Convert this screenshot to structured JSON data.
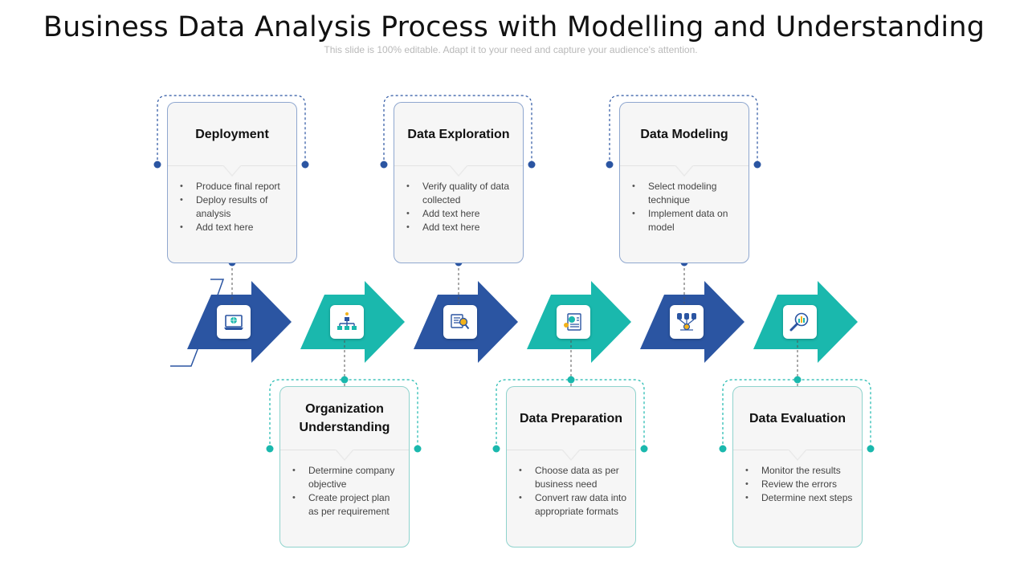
{
  "title": "Business Data Analysis Process with Modelling and Understanding",
  "subtitle": "This slide is 100% editable. Adapt it to your need and capture your audience's attention.",
  "colors": {
    "blue": "#2b55a2",
    "teal": "#1ab8ad",
    "card": "#f6f6f6"
  },
  "steps": [
    {
      "title": "Deployment",
      "position": "top",
      "color": "blue",
      "icon": "laptop-globe-icon",
      "bullets": [
        "Produce final report",
        "Deploy results of analysis",
        "Add text here"
      ]
    },
    {
      "title": "Organization Understanding",
      "position": "bottom",
      "color": "teal",
      "icon": "org-chart-icon",
      "bullets": [
        "Determine company objective",
        "Create project plan as per requirement"
      ]
    },
    {
      "title": "Data Exploration",
      "position": "top",
      "color": "blue",
      "icon": "data-search-icon",
      "bullets": [
        "Verify quality of data collected",
        "Add text here",
        "Add text here"
      ]
    },
    {
      "title": "Data Preparation",
      "position": "bottom",
      "color": "teal",
      "icon": "data-document-icon",
      "bullets": [
        "Choose data as per business need",
        "Convert raw data into appropriate formats"
      ]
    },
    {
      "title": "Data Modeling",
      "position": "top",
      "color": "blue",
      "icon": "database-network-icon",
      "bullets": [
        "Select modeling technique",
        "Implement data on model"
      ]
    },
    {
      "title": "Data Evaluation",
      "position": "bottom",
      "color": "teal",
      "icon": "magnify-chart-icon",
      "bullets": [
        "Monitor the results",
        "Review the errors",
        "Determine next steps"
      ]
    }
  ]
}
